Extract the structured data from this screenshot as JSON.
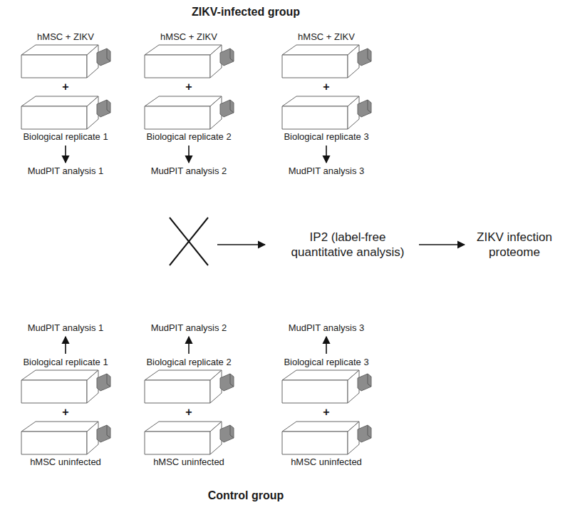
{
  "diagram": {
    "title": "ZIKV-infected group",
    "nodes": [
      {
        "text": [
          "hMSC + ZIKV",
          "+",
          "Biological replicate 1"
        ]
      },
      {
        "text": [
          "MudPIT analysis 1"
        ]
      },
      {
        "text": [
          "hMSC + ZIKV",
          "+",
          "Biological replicate 2"
        ]
      },
      {
        "text": [
          "MudPIT analysis 2"
        ]
      },
      {
        "text": [
          "hMSC + ZIKV",
          "+",
          "Biological replicate 3"
        ]
      },
      {
        "text": [
          "MudPIT analysis 3"
        ]
      },
      {
        "text": [
          "IP2 (label-free quantitative analysis)"
        ]
      },
      {
        "text": [
          "ZIKV infection proteome"
        ]
      },
      {
        "text": [
          "MudPIT analysis 1"
        ]
      },
      {
        "text": [
          "Biological replicate 1",
          "+",
          "hMSC uninfected"
        ]
      },
      {
        "text": [
          "MudPIT analysis 2"
        ]
      },
      {
        "text": [
          "Biological replicate 2",
          "+",
          "hMSC uninfected"
        ]
      },
      {
        "text": [
          "MudPIT analysis 3"
        ]
      },
      {
        "text": [
          "Biological replicate 3",
          "+",
          "hMSC uninfected"
        ]
      }
    ],
    "edges": [
      {
        "from": 0,
        "to": 1,
        "arrow": "to"
      },
      {
        "from": 2,
        "to": 3,
        "arrow": "to"
      },
      {
        "from": 4,
        "to": 5,
        "arrow": "to"
      },
      {
        "from": 6,
        "to": 7,
        "arrow": "to"
      },
      {
        "from": 9,
        "to": 8,
        "arrow": "to"
      },
      {
        "from": 11,
        "to": 10,
        "arrow": "to"
      },
      {
        "from": 13,
        "to": 12,
        "arrow": "to"
      }
    ],
    "labels": [
      "Control group"
    ]
  }
}
